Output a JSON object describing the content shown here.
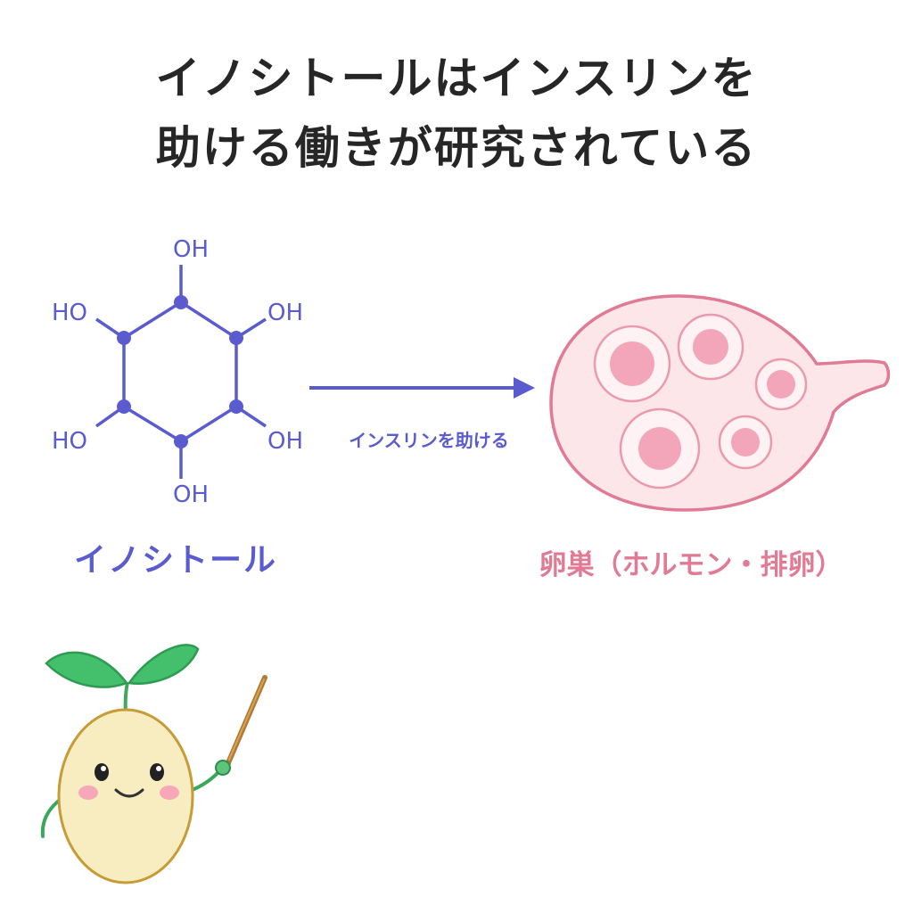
{
  "title": {
    "line1": "イノシトールはインスリンを",
    "line2": "助ける働きが研究されている"
  },
  "molecule": {
    "hydroxyl_labels": [
      "OH",
      "OH",
      "OH",
      "OH",
      "HO",
      "HO"
    ],
    "caption": "イノシトール"
  },
  "arrow": {
    "label": "インスリンを助ける"
  },
  "ovary": {
    "caption": "卵巣（ホルモン・排卵）"
  },
  "colors": {
    "molecule": "#5b5bd0",
    "ovary_outline": "#e07a95",
    "ovary_fill": "#fde6ea",
    "follicle": "#f3a6b9",
    "title": "#262626",
    "sprout_leaf": "#3fc16a",
    "mascot_body": "#f8edc0"
  },
  "mascot": {
    "icon": "sprout-mascot-icon",
    "pointer": "pointer-stick-icon"
  }
}
